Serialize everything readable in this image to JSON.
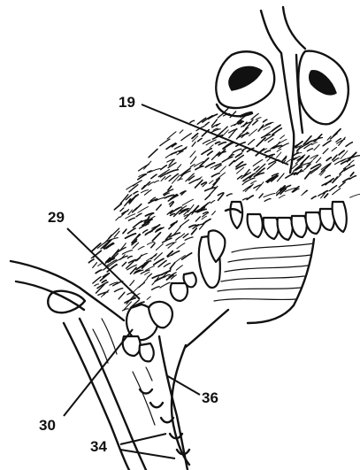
{
  "figure": {
    "labels": {
      "l19": "19",
      "l29": "29",
      "l30": "30",
      "l34": "34",
      "l36": "36"
    }
  },
  "colors": {
    "ink": "#111111",
    "paper": "#ffffff"
  }
}
